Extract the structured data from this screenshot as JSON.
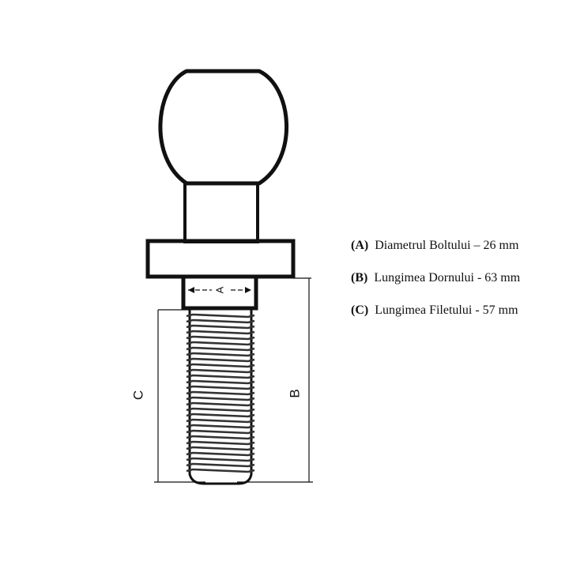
{
  "diagram": {
    "dimension_labels": {
      "a": "A",
      "b": "B",
      "c": "C"
    },
    "legend": [
      {
        "key": "(A)",
        "text": "Diametrul Boltului – 26 mm"
      },
      {
        "key": "(B)",
        "text": "Lungimea Dornului - 63 mm"
      },
      {
        "key": "(C)",
        "text": "Lungimea Filetului - 57 mm"
      }
    ]
  },
  "colors": {
    "stroke": "#111111",
    "thread": "#333333",
    "background": "#ffffff"
  }
}
